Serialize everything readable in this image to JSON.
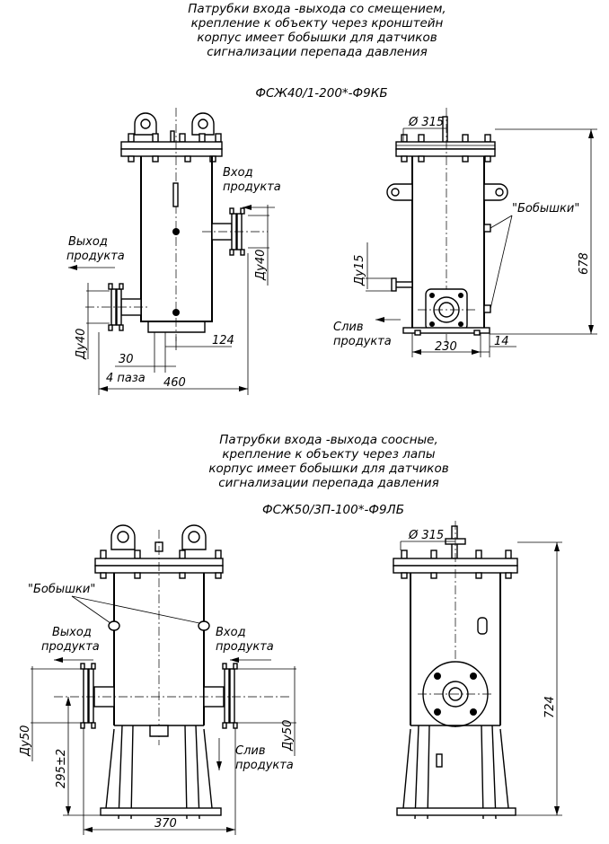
{
  "top": {
    "caption": [
      "Патрубки входа -выхода со смещением,",
      "крепление к объекту через кронштейн",
      "корпус имеет бобышки для датчиков",
      "сигнализации перепада давления"
    ],
    "model": "ФСЖ40/1-200*-Ф9КБ",
    "left_view": {
      "inlet": [
        "Вход",
        "продукта"
      ],
      "outlet": [
        "Выход",
        "продукта"
      ],
      "dn_right": "Ду40",
      "dn_left": "Ду40",
      "dim_124": "124",
      "dim_30": "30",
      "holes": "4 паза",
      "dim_460": "460"
    },
    "right_view": {
      "diameter": "Ø 315",
      "bosses": "\"Бобышки\"",
      "dim_678": "678",
      "dn15": "Ду15",
      "drain": [
        "Слив",
        "продукта"
      ],
      "dim_230": "230",
      "dim_14": "14"
    }
  },
  "bottom": {
    "caption": [
      "Патрубки входа -выхода соосные,",
      "крепление к объекту через лапы",
      "корпус имеет бобышки для датчиков",
      "сигнализации перепада давления"
    ],
    "model": "ФСЖ50/3П-100*-Ф9ЛБ",
    "left_view": {
      "bosses": "\"Бобышки\"",
      "outlet": [
        "Выход",
        "продукта"
      ],
      "inlet": [
        "Вход",
        "продукта"
      ],
      "dn_left": "Ду50",
      "dn_right": "Ду50",
      "dim_295": "295±2",
      "drain": [
        "Слив",
        "продукта"
      ],
      "dim_370": "370"
    },
    "right_view": {
      "diameter": "Ø 315",
      "dim_724": "724"
    }
  }
}
